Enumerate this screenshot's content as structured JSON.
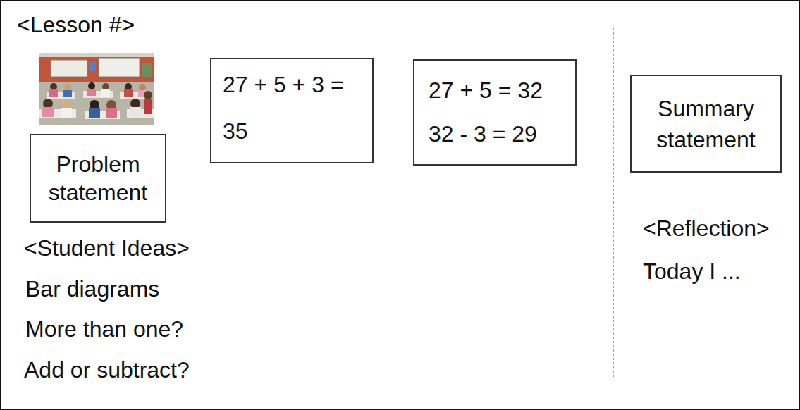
{
  "diagram": {
    "nodes": [
      {
        "text": [
          "Problem statement"
        ]
      },
      {
        "text": [
          "27 + 5 + 3 = 35"
        ]
      },
      {
        "text": [
          "27 + 5 = 32",
          "32 - 3 = 29"
        ]
      },
      {
        "text": [
          "Summary statement"
        ]
      }
    ],
    "labels": [
      "<Lesson #>",
      "<Student Ideas>",
      "Bar diagrams",
      "More than one?",
      "Add or subtract?",
      "<Reflection>",
      "Today I ..."
    ]
  }
}
